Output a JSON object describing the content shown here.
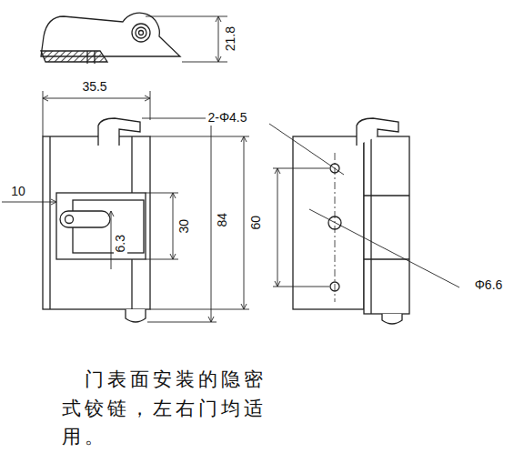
{
  "diagram": {
    "caption": "门表面安装的隐密式铰链，左右门均适用。",
    "labels": [
      "21.8",
      "35.5",
      "2-Φ4.5",
      "10",
      "30",
      "84",
      "60",
      "6.3",
      "Φ6.6"
    ]
  }
}
